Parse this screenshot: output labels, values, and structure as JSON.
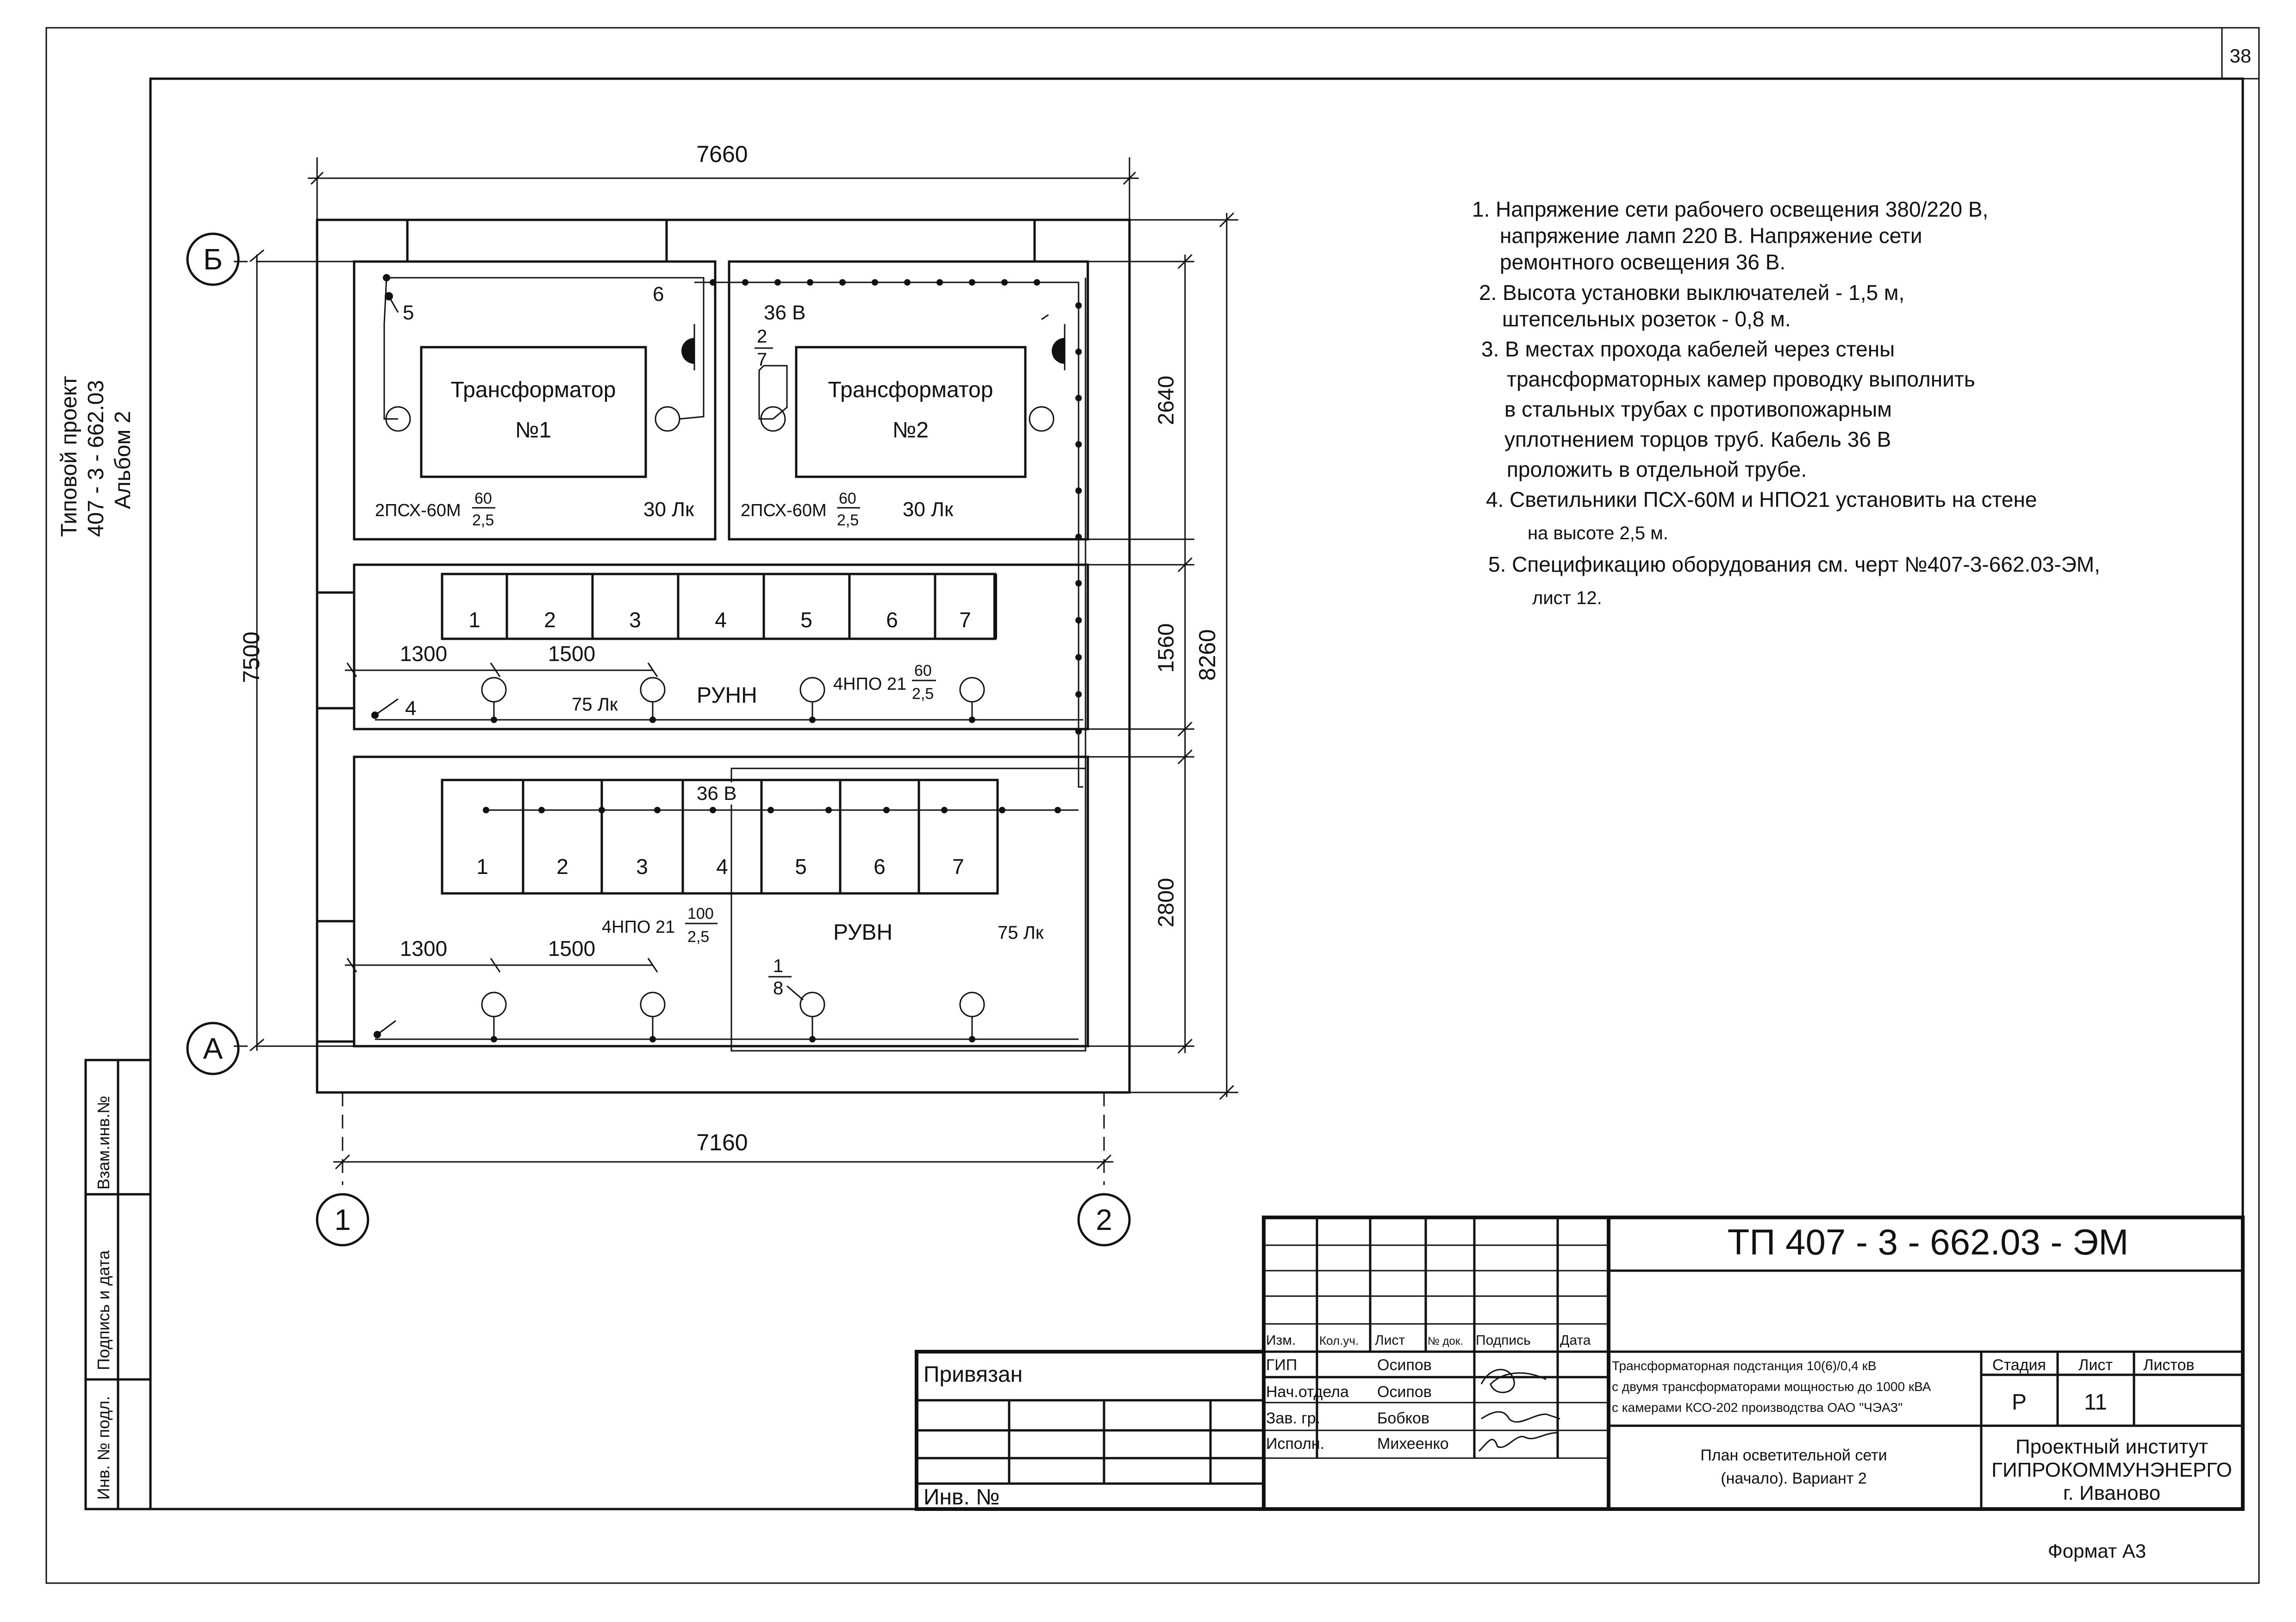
{
  "sheet": {
    "sheet_number": "38",
    "format": "Формат А3",
    "side_project": [
      "Типовой проект",
      "407 - 3 - 662.03",
      "Альбом 2"
    ],
    "side_stamp": [
      "Взам.инв.№",
      "Подпись и дата",
      "Инв. № подл."
    ]
  },
  "plan": {
    "dims": {
      "top": "7660",
      "bottom": "7160",
      "left": "7500",
      "right_total": "8260",
      "right_1": "2640",
      "right_2": "1560",
      "right_3": "2800",
      "runn_a": "1300",
      "runn_b": "1500",
      "ruvn_a": "1300",
      "ruvn_b": "1500"
    },
    "axes": {
      "top": "Б",
      "bottom": "А",
      "left": "1",
      "right": "2"
    },
    "transformer_1": {
      "label": "Трансформатор",
      "num": "№1",
      "fixture": "2ПСХ-60М",
      "frac_num": "60",
      "frac_den": "2,5",
      "lux": "30 Лк",
      "switch_label": "5",
      "socket_label": "6"
    },
    "transformer_2": {
      "label": "Трансформатор",
      "num": "№2",
      "fixture": "2ПСХ-60М",
      "frac_num": "60",
      "frac_den": "2,5",
      "lux": "30 Лк",
      "voltage": "36 В",
      "frac2_num": "2",
      "frac2_den": "7"
    },
    "runn": {
      "name": "РУНН",
      "lux": "75 Лк",
      "fixture": "4НПО 21",
      "frac_num": "60",
      "frac_den": "2,5",
      "switch_label": "4",
      "cells": [
        "1",
        "2",
        "3",
        "4",
        "5",
        "6",
        "7"
      ]
    },
    "ruvn": {
      "name": "РУВН",
      "lux": "75 Лк",
      "fixture": "4НПО 21",
      "frac_num": "100",
      "frac_den": "2,5",
      "voltage": "36 В",
      "frac_num2": "1",
      "frac_den2": "8",
      "cells": [
        "1",
        "2",
        "3",
        "4",
        "5",
        "6",
        "7"
      ]
    }
  },
  "notes": [
    "1. Напряжение сети рабочего освещения 380/220 В,",
    "напряжение ламп 220 В. Напряжение сети",
    "ремонтного освещения 36 В.",
    "2. Высота установки выключателей - 1,5 м,",
    "штепсельных розеток - 0,8 м.",
    "3. В местах прохода кабелей через стены",
    "трансформаторных камер проводку выполнить",
    "в стальных трубах с противопожарным",
    "уплотнением торцов труб. Кабель 36 В",
    "проложить в отдельной трубе.",
    "4. Светильники ПСХ-60М и НПО21 установить на стене",
    "на высоте 2,5 м.",
    "5. Спецификацию оборудования см. черт №407-3-662.03-ЭМ,",
    "лист 12."
  ],
  "title_block": {
    "code": "ТП  407 - 3 - 662.03 - ЭМ",
    "privyazan": "Привязан",
    "inv": "Инв. №",
    "headers": [
      "Изм.",
      "Кол.уч.",
      "Лист",
      "№ док.",
      "Подпись",
      "Дата"
    ],
    "roles": [
      "ГИП",
      "Нач.отдела",
      "Зав. гр.",
      "Исполн."
    ],
    "names": [
      "Осипов",
      "Осипов",
      "Бобков",
      "Михеенко"
    ],
    "description": [
      "Трансформаторная подстанция 10(6)/0,4 кВ",
      "с двумя трансформаторами мощностью до 1000 кВА",
      "с камерами КСО-202 производства ОАО \"ЧЭАЗ\""
    ],
    "stage_label": "Стадия",
    "sheet_label": "Лист",
    "sheets_label": "Листов",
    "stage": "Р",
    "sheet": "11",
    "drawing_name": [
      "План осветительной сети",
      "(начало). Вариант 2"
    ],
    "org": [
      "Проектный институт",
      "ГИПРОКОММУНЭНЕРГО",
      "г. Иваново"
    ]
  }
}
